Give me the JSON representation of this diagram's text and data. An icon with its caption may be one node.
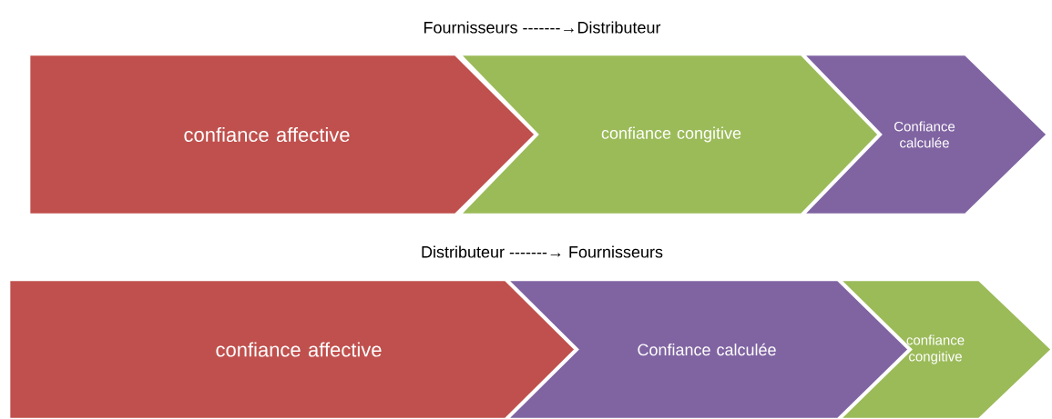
{
  "diagram": {
    "nodes": [
      {
        "text": [
          "confiance affective"
        ]
      },
      {
        "text": [
          "confiance congitive"
        ]
      },
      {
        "text": [
          "Confiance calculée"
        ]
      },
      {
        "text": [
          "confiance affective"
        ]
      },
      {
        "text": [
          "Confiance calculée"
        ]
      },
      {
        "text": [
          "confiance congitive"
        ]
      }
    ],
    "labels": [
      "Fournisseurs -------→Distributeur",
      "Distributeur -------→ Fournisseurs"
    ]
  }
}
